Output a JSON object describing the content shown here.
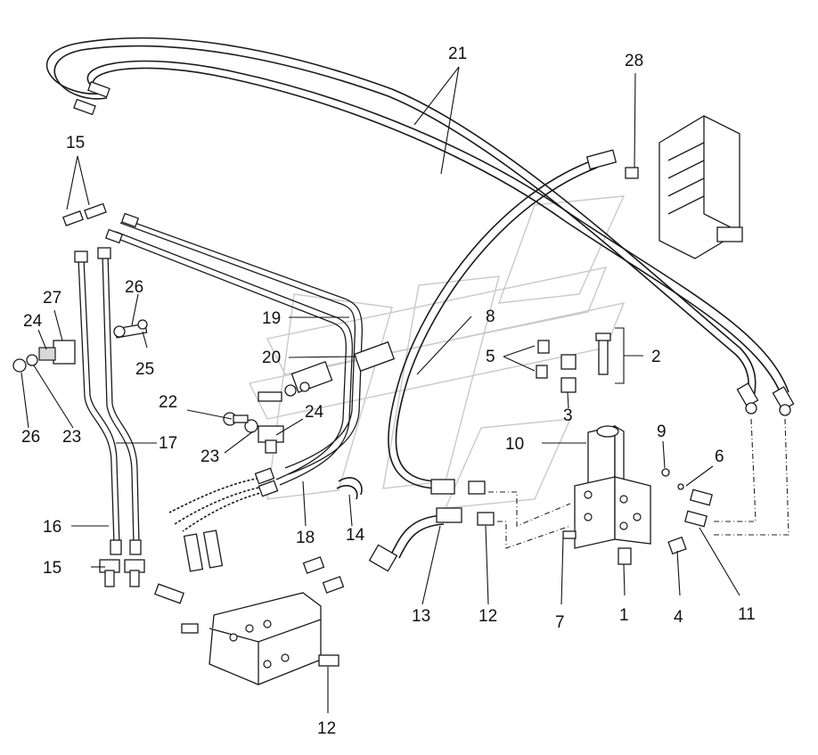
{
  "callouts": {
    "c1": "1",
    "c2": "2",
    "c3": "3",
    "c4": "4",
    "c5": "5",
    "c6": "6",
    "c7": "7",
    "c8": "8",
    "c9": "9",
    "c10": "10",
    "c11": "11",
    "c12a": "12",
    "c12b": "12",
    "c13": "13",
    "c14": "14",
    "c15a": "15",
    "c15b": "15",
    "c16": "16",
    "c17": "17",
    "c18": "18",
    "c19": "19",
    "c20": "20",
    "c21": "21",
    "c22": "22",
    "c23a": "23",
    "c23b": "23",
    "c24a": "24",
    "c24b": "24",
    "c25": "25",
    "c26a": "26",
    "c26b": "26",
    "c27": "27",
    "c28": "28"
  }
}
